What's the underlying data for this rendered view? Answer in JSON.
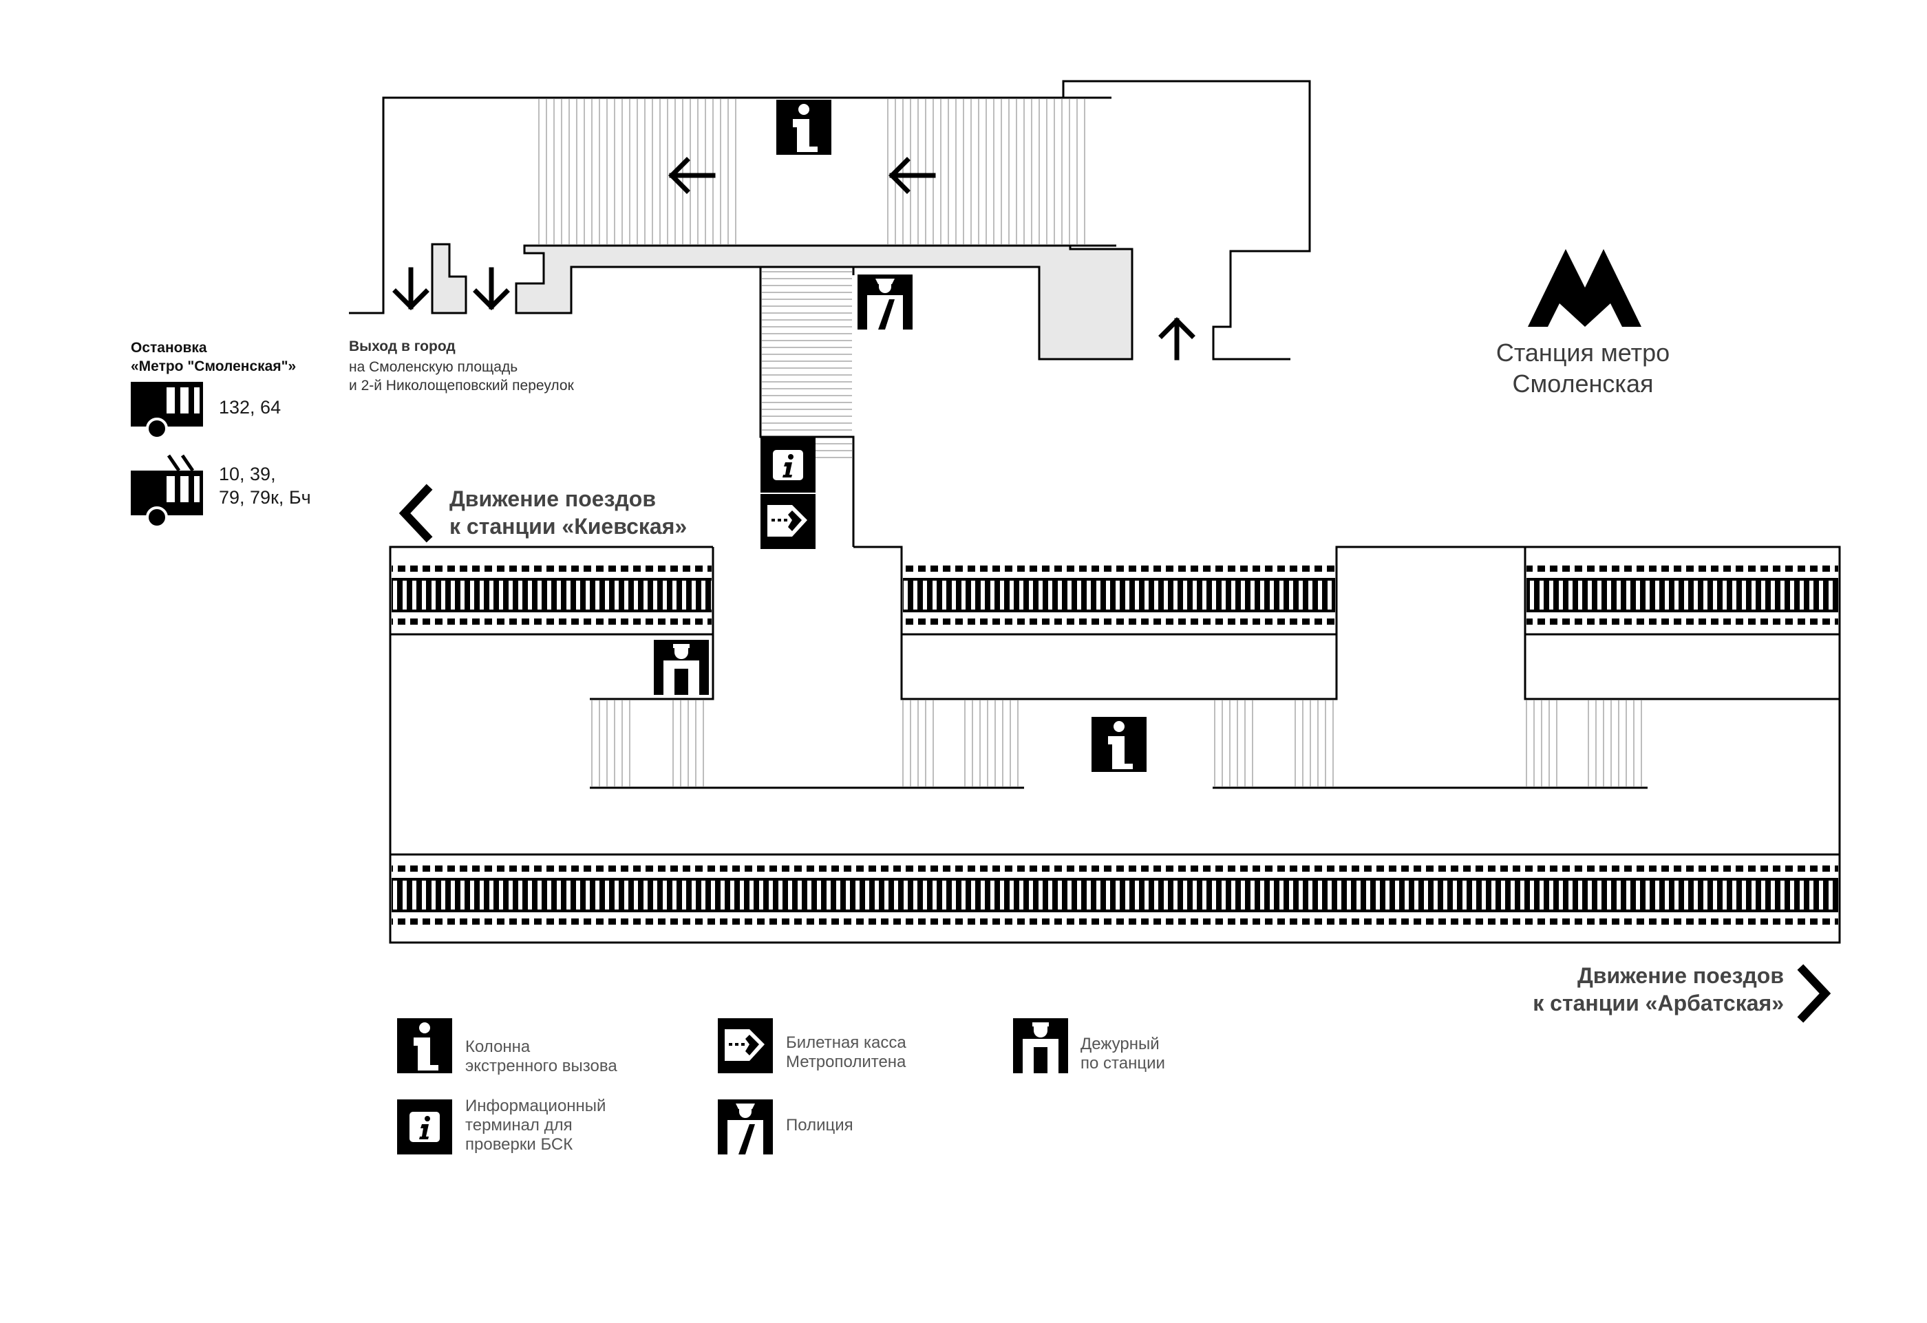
{
  "station": {
    "name": "Станция метро\nСмоленская",
    "logo_icon": "metro-m-logo-icon"
  },
  "bus_stop": {
    "title": "Остановка\n«Метро \"Смоленская\"»",
    "bus_icon": "bus-icon",
    "bus_routes": "132, 64",
    "trolleybus_icon": "trolleybus-icon",
    "trolleybus_routes": "10, 39,\n79, 79к, Бч"
  },
  "exit": {
    "title": "Выход в город",
    "description": "на Смоленскую площадь\nи 2-й Николощеповский переулок"
  },
  "directions": {
    "west": {
      "text": "Движение поездов\nк станции «Киевская»",
      "icon": "chevron-left-icon"
    },
    "east": {
      "text": "Движение поездов\nк станции «Арбатская»",
      "icon": "chevron-right-icon"
    }
  },
  "legend": [
    {
      "icon": "emergency-call-column-icon",
      "label": "Колонна\nэкстренного вызова"
    },
    {
      "icon": "ticket-office-icon",
      "label": "Билетная касса\nМетрополитена"
    },
    {
      "icon": "station-attendant-icon",
      "label": "Дежурный\nпо станции"
    },
    {
      "icon": "info-terminal-icon",
      "label": "Информационный\nтерминал для\nпроверки БСК"
    },
    {
      "icon": "police-icon",
      "label": "Полиция"
    }
  ],
  "colors": {
    "ink": "#000000",
    "text": "#444444",
    "light_fill": "#e8e8e8",
    "stair": "#bfbfbf"
  }
}
